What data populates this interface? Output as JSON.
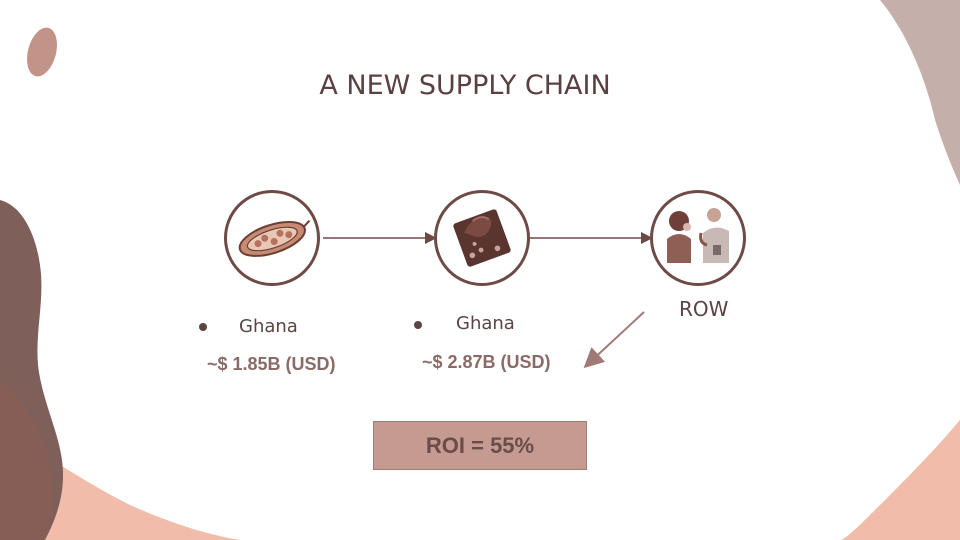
{
  "title": "A NEW SUPPLY CHAIN",
  "colors": {
    "accent_dark": "#6e4a46",
    "blob_brown": "#7a5b56",
    "blob_peach": "#f0b9a6",
    "blob_taupe": "#bfa8a4",
    "roi_fill": "#c49a91"
  },
  "nodes": [
    {
      "icon": "cocoa-pod-icon",
      "label": "Ghana",
      "value": "~$ 1.85B (USD)"
    },
    {
      "icon": "chocolate-bar-icon",
      "label": "Ghana",
      "value": "~$ 2.87B (USD)"
    },
    {
      "icon": "people-eating-chocolate-icon",
      "label": "ROW"
    }
  ],
  "roi": "ROI = 55%"
}
